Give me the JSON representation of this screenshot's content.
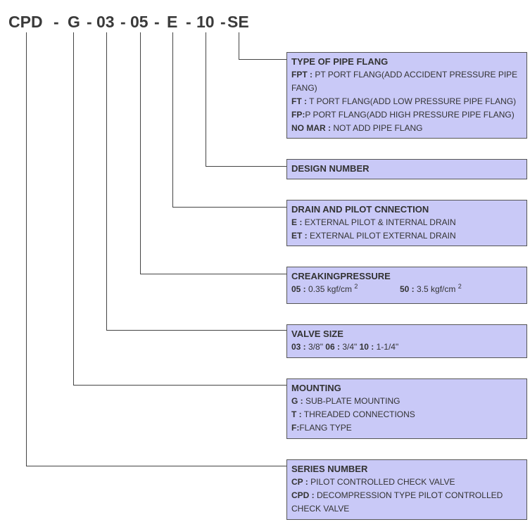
{
  "code": {
    "series": "CPD",
    "dash1": "-",
    "mounting": "G",
    "dash2": "-",
    "size": "03",
    "dash3": "-",
    "pressure": "05",
    "dash4": "-",
    "drain": "E",
    "dash5": "-",
    "design": "10",
    "dash6": "-",
    "flang": "SE"
  },
  "boxes": {
    "flang": {
      "title": "TYPE OF PIPE FLANG",
      "items": [
        {
          "key": "FPT :",
          "text": " PT PORT FLANG(ADD ACCIDENT PRESSURE PIPE FANG)"
        },
        {
          "key": "FT :",
          "text": " T PORT FLANG(ADD LOW PRESSURE PIPE FLANG)"
        },
        {
          "key": "FP:",
          "text": "P PORT FLANG(ADD HIGH PRESSURE PIPE FLANG)"
        },
        {
          "key": "NO MAR :",
          "text": " NOT ADD PIPE FLANG"
        }
      ]
    },
    "design": {
      "title": "DESIGN NUMBER"
    },
    "drain": {
      "title": "DRAIN AND PILOT CNNECTION",
      "items": [
        {
          "key": "E :",
          "text": " EXTERNAL PILOT & INTERNAL DRAIN"
        },
        {
          "key": "ET :",
          "text": " EXTERNAL PILOT EXTERNAL DRAIN"
        }
      ]
    },
    "pressure": {
      "title": "CREAKINGPRESSURE",
      "items": [
        {
          "key": "05 :",
          "text": " 0.35 kgf/cm",
          "sup": "2"
        },
        {
          "key": "50 :",
          "text": " 3.5 kgf/cm",
          "sup": "2"
        }
      ]
    },
    "size": {
      "title": "VALVE SIZE",
      "items": [
        {
          "key": "03 :",
          "text": " 3/8\" "
        },
        {
          "key": "06 :",
          "text": " 3/4\" "
        },
        {
          "key": "10 :",
          "text": " 1-1/4\""
        }
      ]
    },
    "mounting": {
      "title": "MOUNTING",
      "items": [
        {
          "key": "G :",
          "text": " SUB-PLATE MOUNTING"
        },
        {
          "key": "T :",
          "text": " THREADED CONNECTIONS"
        },
        {
          "key": "F:",
          "text": "FLANG TYPE"
        }
      ]
    },
    "series": {
      "title": "SERIES NUMBER",
      "items": [
        {
          "key": "CP :",
          "text": " PILOT CONTROLLED CHECK VALVE"
        },
        {
          "key": "CPD :",
          "text": " DECOMPRESSION TYPE PILOT CONTROLLED CHECK VALVE"
        }
      ]
    }
  }
}
